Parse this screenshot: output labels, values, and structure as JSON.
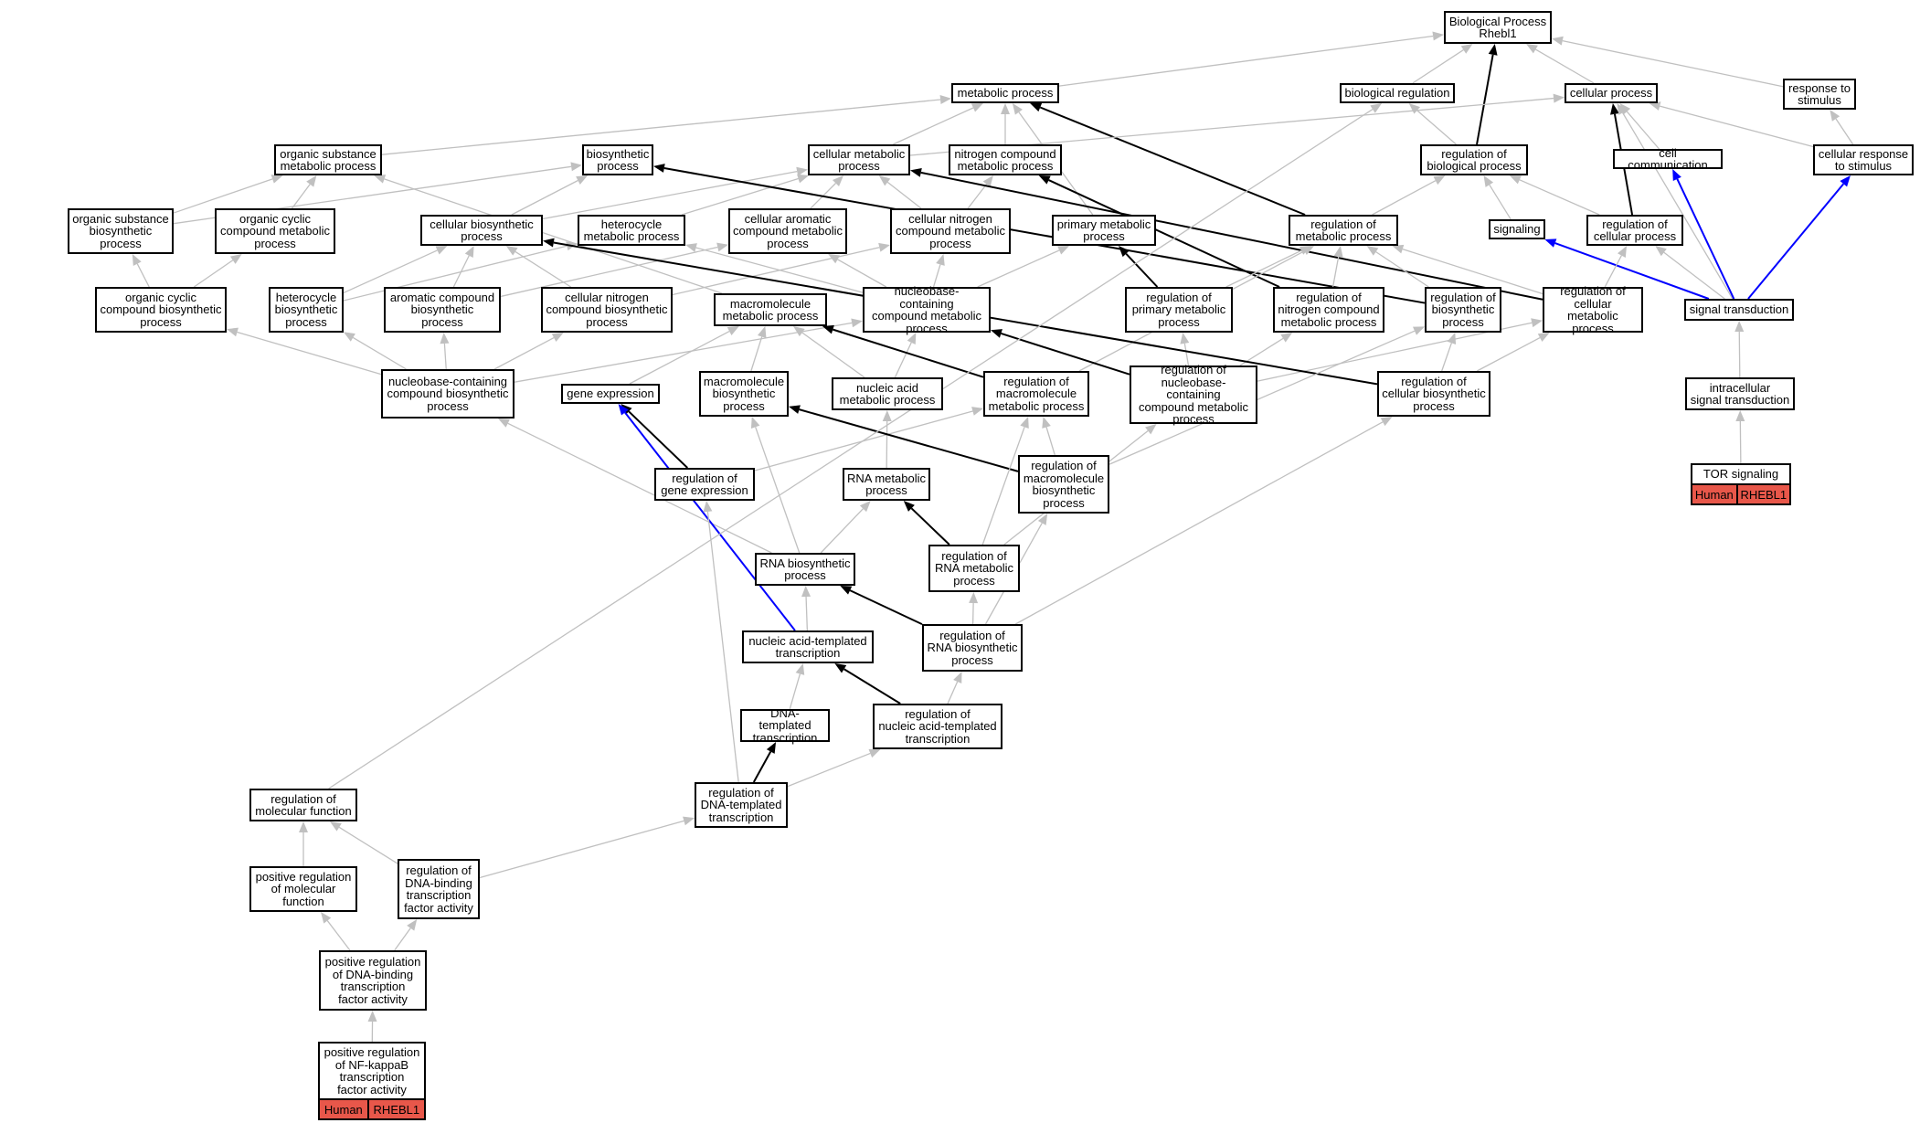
{
  "colors": {
    "edge_gray": "#c0c0c0",
    "edge_black": "#000000",
    "edge_blue": "#0000ff",
    "badge_fill": "#e8574a"
  },
  "nodes": {
    "bp_root": "Biological Process\nRhebl1",
    "metabolic_process": "metabolic process",
    "biological_regulation": "biological regulation",
    "cellular_process": "cellular process",
    "response_to_stimulus": "response to\nstimulus",
    "organic_substance_metabolic": "organic substance\nmetabolic process",
    "biosynthetic_process": "biosynthetic\nprocess",
    "cellular_metabolic": "cellular metabolic\nprocess",
    "nitrogen_compound_metabolic": "nitrogen compound\nmetabolic process",
    "regulation_biological_process": "regulation of\nbiological process",
    "cell_communication": "cell communication",
    "cellular_response_to_stimulus": "cellular response\nto stimulus",
    "organic_substance_biosynthetic": "organic substance\nbiosynthetic\nprocess",
    "organic_cyclic_compound_metabolic": "organic cyclic\ncompound metabolic\nprocess",
    "cellular_biosynthetic": "cellular biosynthetic\nprocess",
    "heterocycle_metabolic": "heterocycle\nmetabolic process",
    "cellular_aromatic_compound_metabolic": "cellular aromatic\ncompound metabolic\nprocess",
    "cellular_nitrogen_compound_metabolic": "cellular nitrogen\ncompound metabolic\nprocess",
    "primary_metabolic": "primary metabolic\nprocess",
    "regulation_metabolic": "regulation of\nmetabolic process",
    "signaling": "signaling",
    "regulation_cellular_process": "regulation of\ncellular process",
    "organic_cyclic_compound_biosynthetic": "organic cyclic\ncompound biosynthetic\nprocess",
    "heterocycle_biosynthetic": "heterocycle\nbiosynthetic\nprocess",
    "aromatic_compound_biosynthetic": "aromatic compound\nbiosynthetic\nprocess",
    "cellular_nitrogen_compound_biosynthetic": "cellular nitrogen\ncompound biosynthetic\nprocess",
    "macromolecule_metabolic": "macromolecule\nmetabolic process",
    "nucleobase_compound_metabolic": "nucleobase-containing\ncompound metabolic\nprocess",
    "regulation_primary_metabolic": "regulation of\nprimary metabolic\nprocess",
    "regulation_nitrogen_compound_metabolic": "regulation of\nnitrogen compound\nmetabolic process",
    "regulation_biosynthetic": "regulation of\nbiosynthetic\nprocess",
    "regulation_cellular_metabolic": "regulation of\ncellular metabolic\nprocess",
    "signal_transduction": "signal transduction",
    "nucleobase_compound_biosynthetic": "nucleobase-containing\ncompound biosynthetic\nprocess",
    "gene_expression": "gene expression",
    "macromolecule_biosynthetic": "macromolecule\nbiosynthetic\nprocess",
    "nucleic_acid_metabolic": "nucleic acid\nmetabolic process",
    "regulation_macromolecule_metabolic": "regulation of\nmacromolecule\nmetabolic process",
    "regulation_nucleobase_compound_metabolic": "regulation of\nnucleobase-containing\ncompound metabolic\nprocess",
    "regulation_cellular_biosynthetic": "regulation of\ncellular biosynthetic\nprocess",
    "intracellular_signal_transduction": "intracellular\nsignal transduction",
    "regulation_gene_expression": "regulation of\ngene expression",
    "rna_metabolic": "RNA metabolic\nprocess",
    "regulation_macromolecule_biosynthetic": "regulation of\nmacromolecule\nbiosynthetic\nprocess",
    "tor_signaling": "TOR signaling",
    "rna_biosynthetic": "RNA biosynthetic\nprocess",
    "regulation_rna_metabolic": "regulation of\nRNA metabolic\nprocess",
    "nucleic_acid_templated_transcription": "nucleic acid-templated\ntranscription",
    "regulation_rna_biosynthetic": "regulation of\nRNA biosynthetic\nprocess",
    "dna_templated_transcription": "DNA-templated\ntranscription",
    "regulation_nucleic_acid_templated_transcription": "regulation of\nnucleic acid-templated\ntranscription",
    "regulation_molecular_function": "regulation of\nmolecular function",
    "regulation_dna_templated_transcription": "regulation of\nDNA-templated\ntranscription",
    "positive_regulation_molecular_function": "positive regulation\nof molecular\nfunction",
    "regulation_dna_binding_tf_activity": "regulation of\nDNA-binding\ntranscription\nfactor activity",
    "positive_regulation_dna_binding_tf_activity": "positive regulation\nof DNA-binding\ntranscription\nfactor activity",
    "positive_regulation_nfkb_tf_activity": "positive regulation\nof NF-kappaB\ntranscription\nfactor activity"
  },
  "badges": {
    "tor_signaling": {
      "species": "Human",
      "gene": "RHEBL1"
    },
    "positive_regulation_nfkb_tf_activity": {
      "species": "Human",
      "gene": "RHEBL1"
    }
  },
  "edges": [
    [
      "metabolic_process",
      "bp_root",
      "gray"
    ],
    [
      "biological_regulation",
      "bp_root",
      "gray"
    ],
    [
      "cellular_process",
      "bp_root",
      "gray"
    ],
    [
      "response_to_stimulus",
      "bp_root",
      "gray"
    ],
    [
      "regulation_biological_process",
      "bp_root",
      "black"
    ],
    [
      "regulation_biological_process",
      "biological_regulation",
      "gray"
    ],
    [
      "organic_substance_metabolic",
      "metabolic_process",
      "gray"
    ],
    [
      "cellular_metabolic",
      "metabolic_process",
      "gray"
    ],
    [
      "nitrogen_compound_metabolic",
      "metabolic_process",
      "gray"
    ],
    [
      "primary_metabolic",
      "metabolic_process",
      "gray"
    ],
    [
      "regulation_metabolic",
      "metabolic_process",
      "black"
    ],
    [
      "cellular_metabolic",
      "cellular_process",
      "gray"
    ],
    [
      "cell_communication",
      "cellular_process",
      "gray"
    ],
    [
      "cellular_response_to_stimulus",
      "cellular_process",
      "gray"
    ],
    [
      "regulation_cellular_process",
      "cellular_process",
      "black"
    ],
    [
      "signal_transduction",
      "cellular_process",
      "gray"
    ],
    [
      "cellular_response_to_stimulus",
      "response_to_stimulus",
      "gray"
    ],
    [
      "signal_transduction",
      "cell_communication",
      "blue"
    ],
    [
      "signal_transduction",
      "cellular_response_to_stimulus",
      "blue"
    ],
    [
      "signal_transduction",
      "signaling",
      "blue"
    ],
    [
      "signal_transduction",
      "regulation_cellular_process",
      "gray"
    ],
    [
      "signaling",
      "regulation_biological_process",
      "gray"
    ],
    [
      "regulation_cellular_process",
      "regulation_biological_process",
      "gray"
    ],
    [
      "regulation_metabolic",
      "regulation_biological_process",
      "gray"
    ],
    [
      "intracellular_signal_transduction",
      "signal_transduction",
      "gray"
    ],
    [
      "tor_signaling",
      "intracellular_signal_transduction",
      "gray"
    ],
    [
      "organic_substance_biosynthetic",
      "organic_substance_metabolic",
      "gray"
    ],
    [
      "organic_substance_biosynthetic",
      "biosynthetic_process",
      "gray"
    ],
    [
      "organic_cyclic_compound_metabolic",
      "organic_substance_metabolic",
      "gray"
    ],
    [
      "cellular_biosynthetic",
      "biosynthetic_process",
      "gray"
    ],
    [
      "cellular_biosynthetic",
      "cellular_metabolic",
      "gray"
    ],
    [
      "heterocycle_metabolic",
      "cellular_metabolic",
      "gray"
    ],
    [
      "cellular_aromatic_compound_metabolic",
      "cellular_metabolic",
      "gray"
    ],
    [
      "cellular_nitrogen_compound_metabolic",
      "cellular_metabolic",
      "gray"
    ],
    [
      "cellular_nitrogen_compound_metabolic",
      "nitrogen_compound_metabolic",
      "gray"
    ],
    [
      "regulation_biosynthetic",
      "biosynthetic_process",
      "black"
    ],
    [
      "regulation_nitrogen_compound_metabolic",
      "nitrogen_compound_metabolic",
      "black"
    ],
    [
      "regulation_cellular_metabolic",
      "cellular_metabolic",
      "black"
    ],
    [
      "organic_cyclic_compound_biosynthetic",
      "organic_substance_biosynthetic",
      "gray"
    ],
    [
      "organic_cyclic_compound_biosynthetic",
      "organic_cyclic_compound_metabolic",
      "gray"
    ],
    [
      "heterocycle_biosynthetic",
      "cellular_biosynthetic",
      "gray"
    ],
    [
      "heterocycle_biosynthetic",
      "heterocycle_metabolic",
      "gray"
    ],
    [
      "aromatic_compound_biosynthetic",
      "cellular_biosynthetic",
      "gray"
    ],
    [
      "aromatic_compound_biosynthetic",
      "cellular_aromatic_compound_metabolic",
      "gray"
    ],
    [
      "cellular_nitrogen_compound_biosynthetic",
      "cellular_biosynthetic",
      "gray"
    ],
    [
      "cellular_nitrogen_compound_biosynthetic",
      "cellular_nitrogen_compound_metabolic",
      "gray"
    ],
    [
      "macromolecule_metabolic",
      "organic_substance_metabolic",
      "gray"
    ],
    [
      "nucleobase_compound_metabolic",
      "heterocycle_metabolic",
      "gray"
    ],
    [
      "nucleobase_compound_metabolic",
      "cellular_aromatic_compound_metabolic",
      "gray"
    ],
    [
      "nucleobase_compound_metabolic",
      "cellular_nitrogen_compound_metabolic",
      "gray"
    ],
    [
      "nucleobase_compound_metabolic",
      "primary_metabolic",
      "gray"
    ],
    [
      "regulation_primary_metabolic",
      "primary_metabolic",
      "black"
    ],
    [
      "regulation_primary_metabolic",
      "regulation_metabolic",
      "gray"
    ],
    [
      "regulation_nitrogen_compound_metabolic",
      "regulation_metabolic",
      "gray"
    ],
    [
      "regulation_biosynthetic",
      "regulation_metabolic",
      "gray"
    ],
    [
      "regulation_cellular_metabolic",
      "regulation_metabolic",
      "gray"
    ],
    [
      "regulation_cellular_metabolic",
      "regulation_cellular_process",
      "gray"
    ],
    [
      "nucleobase_compound_biosynthetic",
      "organic_cyclic_compound_biosynthetic",
      "gray"
    ],
    [
      "nucleobase_compound_biosynthetic",
      "heterocycle_biosynthetic",
      "gray"
    ],
    [
      "nucleobase_compound_biosynthetic",
      "aromatic_compound_biosynthetic",
      "gray"
    ],
    [
      "nucleobase_compound_biosynthetic",
      "cellular_nitrogen_compound_biosynthetic",
      "gray"
    ],
    [
      "nucleobase_compound_biosynthetic",
      "nucleobase_compound_metabolic",
      "gray"
    ],
    [
      "gene_expression",
      "macromolecule_metabolic",
      "gray"
    ],
    [
      "macromolecule_biosynthetic",
      "macromolecule_metabolic",
      "gray"
    ],
    [
      "nucleic_acid_metabolic",
      "macromolecule_metabolic",
      "gray"
    ],
    [
      "nucleic_acid_metabolic",
      "nucleobase_compound_metabolic",
      "gray"
    ],
    [
      "regulation_macromolecule_metabolic",
      "macromolecule_metabolic",
      "black"
    ],
    [
      "regulation_macromolecule_metabolic",
      "regulation_metabolic",
      "gray"
    ],
    [
      "regulation_nucleobase_compound_metabolic",
      "nucleobase_compound_metabolic",
      "black"
    ],
    [
      "regulation_nucleobase_compound_metabolic",
      "regulation_cellular_metabolic",
      "gray"
    ],
    [
      "regulation_nucleobase_compound_metabolic",
      "regulation_primary_metabolic",
      "gray"
    ],
    [
      "regulation_nucleobase_compound_metabolic",
      "regulation_nitrogen_compound_metabolic",
      "gray"
    ],
    [
      "regulation_cellular_biosynthetic",
      "cellular_biosynthetic",
      "black"
    ],
    [
      "regulation_cellular_biosynthetic",
      "regulation_biosynthetic",
      "gray"
    ],
    [
      "regulation_cellular_biosynthetic",
      "regulation_cellular_metabolic",
      "gray"
    ],
    [
      "regulation_gene_expression",
      "gene_expression",
      "black"
    ],
    [
      "regulation_gene_expression",
      "regulation_macromolecule_metabolic",
      "gray"
    ],
    [
      "rna_metabolic",
      "nucleic_acid_metabolic",
      "gray"
    ],
    [
      "regulation_macromolecule_biosynthetic",
      "macromolecule_biosynthetic",
      "black"
    ],
    [
      "regulation_macromolecule_biosynthetic",
      "regulation_macromolecule_metabolic",
      "gray"
    ],
    [
      "regulation_macromolecule_biosynthetic",
      "regulation_biosynthetic",
      "gray"
    ],
    [
      "rna_biosynthetic",
      "rna_metabolic",
      "gray"
    ],
    [
      "rna_biosynthetic",
      "macromolecule_biosynthetic",
      "gray"
    ],
    [
      "rna_biosynthetic",
      "nucleobase_compound_biosynthetic",
      "gray"
    ],
    [
      "regulation_rna_metabolic",
      "rna_metabolic",
      "black"
    ],
    [
      "regulation_rna_metabolic",
      "regulation_macromolecule_metabolic",
      "gray"
    ],
    [
      "regulation_rna_metabolic",
      "regulation_nucleobase_compound_metabolic",
      "gray"
    ],
    [
      "nucleic_acid_templated_transcription",
      "rna_biosynthetic",
      "gray"
    ],
    [
      "nucleic_acid_templated_transcription",
      "gene_expression",
      "blue"
    ],
    [
      "regulation_rna_biosynthetic",
      "rna_biosynthetic",
      "black"
    ],
    [
      "regulation_rna_biosynthetic",
      "regulation_rna_metabolic",
      "gray"
    ],
    [
      "regulation_rna_biosynthetic",
      "regulation_macromolecule_biosynthetic",
      "gray"
    ],
    [
      "regulation_rna_biosynthetic",
      "regulation_cellular_biosynthetic",
      "gray"
    ],
    [
      "dna_templated_transcription",
      "nucleic_acid_templated_transcription",
      "gray"
    ],
    [
      "regulation_nucleic_acid_templated_transcription",
      "nucleic_acid_templated_transcription",
      "black"
    ],
    [
      "regulation_nucleic_acid_templated_transcription",
      "regulation_rna_biosynthetic",
      "gray"
    ],
    [
      "regulation_dna_templated_transcription",
      "dna_templated_transcription",
      "black"
    ],
    [
      "regulation_dna_templated_transcription",
      "regulation_nucleic_acid_templated_transcription",
      "gray"
    ],
    [
      "regulation_dna_templated_transcription",
      "regulation_gene_expression",
      "gray"
    ],
    [
      "regulation_molecular_function",
      "biological_regulation",
      "gray"
    ],
    [
      "positive_regulation_molecular_function",
      "regulation_molecular_function",
      "gray"
    ],
    [
      "regulation_dna_binding_tf_activity",
      "regulation_molecular_function",
      "gray"
    ],
    [
      "regulation_dna_binding_tf_activity",
      "regulation_dna_templated_transcription",
      "gray"
    ],
    [
      "positive_regulation_dna_binding_tf_activity",
      "positive_regulation_molecular_function",
      "gray"
    ],
    [
      "positive_regulation_dna_binding_tf_activity",
      "regulation_dna_binding_tf_activity",
      "gray"
    ],
    [
      "positive_regulation_nfkb_tf_activity",
      "positive_regulation_dna_binding_tf_activity",
      "gray"
    ]
  ]
}
